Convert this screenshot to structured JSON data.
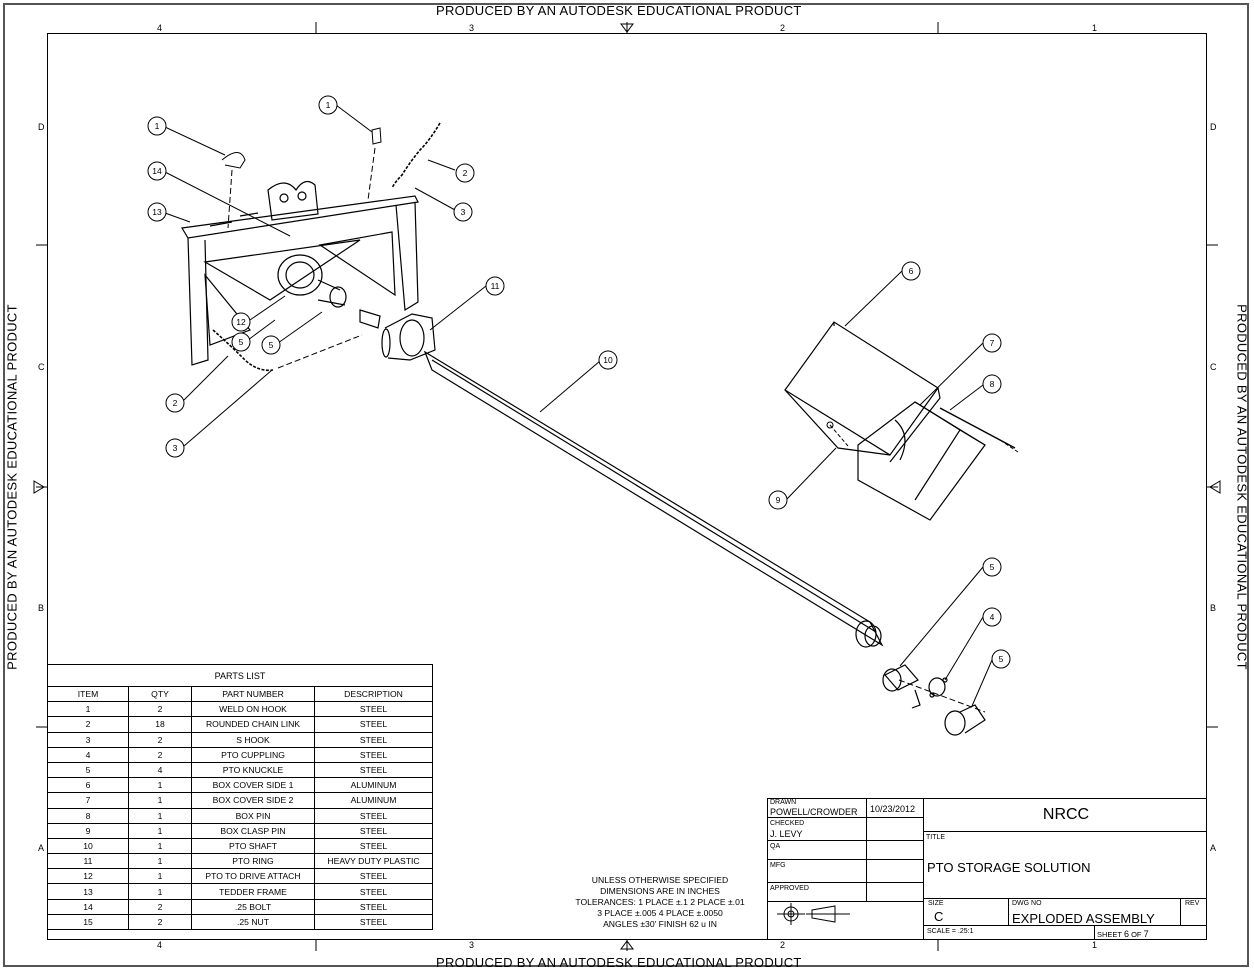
{
  "watermark": "PRODUCED BY AN AUTODESK EDUCATIONAL PRODUCT",
  "zones": {
    "columns": [
      "4",
      "3",
      "2",
      "1"
    ],
    "rows": [
      "D",
      "C",
      "B",
      "A"
    ]
  },
  "balloons": [
    "1",
    "14",
    "13",
    "12",
    "5",
    "5",
    "2",
    "3",
    "1",
    "2",
    "3",
    "11",
    "10",
    "6",
    "7",
    "8",
    "9",
    "5",
    "4",
    "5"
  ],
  "parts_list": {
    "title": "PARTS LIST",
    "headers": [
      "ITEM",
      "QTY",
      "PART NUMBER",
      "DESCRIPTION"
    ],
    "rows": [
      [
        "1",
        "2",
        "WELD ON HOOK",
        "STEEL"
      ],
      [
        "2",
        "18",
        "ROUNDED CHAIN LINK",
        "STEEL"
      ],
      [
        "3",
        "2",
        "S HOOK",
        "STEEL"
      ],
      [
        "4",
        "2",
        "PTO CUPPLING",
        "STEEL"
      ],
      [
        "5",
        "4",
        "PTO KNUCKLE",
        "STEEL"
      ],
      [
        "6",
        "1",
        "BOX COVER SIDE 1",
        "ALUMINUM"
      ],
      [
        "7",
        "1",
        "BOX COVER SIDE 2",
        "ALUMINUM"
      ],
      [
        "8",
        "1",
        "BOX PIN",
        "STEEL"
      ],
      [
        "9",
        "1",
        "BOX CLASP PIN",
        "STEEL"
      ],
      [
        "10",
        "1",
        "PTO SHAFT",
        "STEEL"
      ],
      [
        "11",
        "1",
        "PTO RING",
        "HEAVY DUTY PLASTIC"
      ],
      [
        "12",
        "1",
        "PTO TO DRIVE ATTACH",
        "STEEL"
      ],
      [
        "13",
        "1",
        "TEDDER FRAME",
        "STEEL"
      ],
      [
        "14",
        "2",
        ".25 BOLT",
        "STEEL"
      ],
      [
        "15",
        "2",
        ".25 NUT",
        "STEEL"
      ]
    ]
  },
  "notes": [
    "UNLESS OTHERWISE SPECIFIED",
    "DIMENSIONS ARE IN INCHES",
    "TOLERANCES: 1 PLACE ±.1   2 PLACE ±.01",
    "3 PLACE ±.005    4 PLACE ±.0050",
    "ANGLES ±30'   FINISH 62 u IN"
  ],
  "title_block": {
    "drawn_label": "DRAWN",
    "drawn_by": "POWELL/CROWDER",
    "drawn_date": "10/23/2012",
    "checked_label": "CHECKED",
    "checked_by": "J. LEVY",
    "qa_label": "QA",
    "mfg_label": "MFG",
    "approved_label": "APPROVED",
    "company": "NRCC",
    "title_label": "TITLE",
    "title": "PTO STORAGE SOLUTION",
    "size_label": "SIZE",
    "size": "C",
    "dwg_no_label": "DWG NO",
    "dwg_no": "EXPLODED ASSEMBLY",
    "rev_label": "REV",
    "scale": "SCALE = .25:1",
    "sheet_prefix": "SHEET",
    "sheet_num": "6",
    "sheet_of": "OF",
    "sheet_total": "7"
  }
}
